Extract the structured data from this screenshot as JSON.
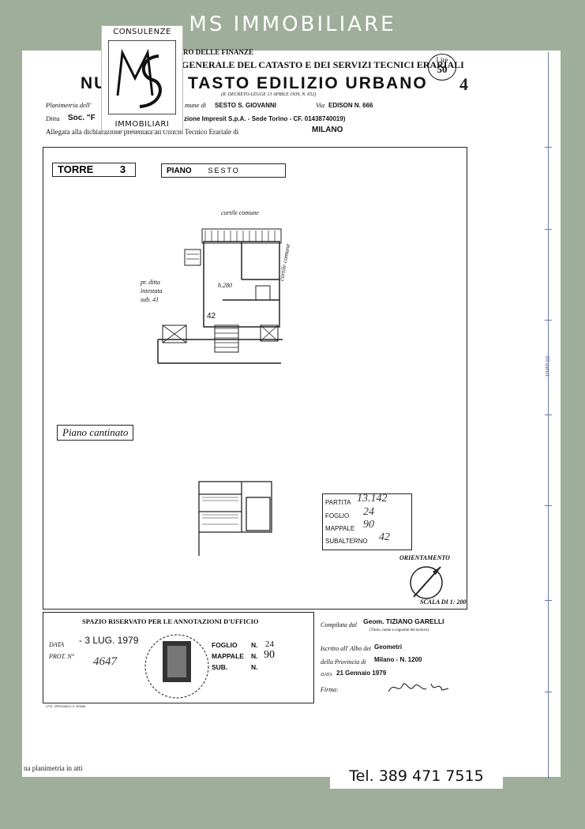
{
  "brand": {
    "title": "MS IMMOBILIARE",
    "phone": "Tel. 389 471 7515"
  },
  "logo": {
    "top": "CONSULENZE",
    "bottom": "IMMOBILIARI",
    "mark": "MS"
  },
  "doc": {
    "ministry_top": "RO DELLE FINANZE",
    "ministry": "GENERALE DEL CATASTO E DEI SERVIZI TECNICI ERARIALI",
    "title_left": "NU",
    "title_right": "TASTO EDILIZIO URBANO",
    "decree": "(R. DECRETO-LEGGE 13 APRILE 1939, N. 652)",
    "lire_label": "Lire",
    "lire_value": "50",
    "row1_label": "Planimetria dell'",
    "row1_mid": "mune di",
    "row1_city": "SESTO S. GIOVANNI",
    "row1_via_label": "Via",
    "row1_via": "EDISON N. 666",
    "row2_label": "Ditta",
    "row2_soc": "Soc. \"F",
    "row2_rest": "zione Impresit S.p.A. - Sede Torino - CF. 01438740019)",
    "row3_label": "Allegata alla dichiarazione presentata all'Ufficio Tecnico Erariale di",
    "row3_city": "MILANO",
    "torre_label": "TORRE",
    "torre_value": "3",
    "piano_label": "PIANO",
    "piano_value": "SESTO",
    "cortile": "cortile comune",
    "cortile_side": "cortile comune",
    "other_owner_1": "pr. ditta",
    "other_owner_2": "intestata",
    "other_owner_3": "sub. 41",
    "unit_num": "42",
    "height": "h.280",
    "cantinato": "Piano cantinato",
    "partita_label": "PARTITA",
    "partita_value": "13.142",
    "foglio_label": "FOGLIO",
    "foglio_value": "24",
    "mappale_label": "MAPPALE",
    "mappale_value": "90",
    "subalterno_label": "SUBALTERNO",
    "subalterno_value": "42",
    "orientamento": "ORIENTAMENTO",
    "scala": "SCALA DI 1: 200",
    "riservato": "SPAZIO RISERVATO PER LE ANNOTAZIONI D'UFFICIO",
    "data_label": "DATA",
    "data_value": "- 3 LUG. 1979",
    "prot_label": "PROT. N°",
    "prot_value": "4647",
    "foglio2_label": "FOGLIO",
    "foglio2_n": "N.",
    "foglio2_value": "24",
    "mappale2_label": "MAPPALE",
    "mappale2_n": "N.",
    "mappale2_value": "90",
    "sub2_label": "SUB.",
    "sub2_n": "N.",
    "compilata_label": "Compilata dal",
    "compilata_value": "Geom. TIZIANO GARELLI",
    "compilata_sub": "(Titolo, nome e cognome del tecnico)",
    "iscritto_label": "Iscritto all' Albo dei",
    "iscritto_value": "Geometri",
    "provincia_label": "della Provincia di",
    "provincia_value": "Milano - N. 1200",
    "data2_label": "DATA",
    "data2_value": "21 Gennaio 1979",
    "firma_label": "Firma:",
    "printer": "I.P.S. OFFICINA C.V. ROMA",
    "footer_note": "na planimetria in atti",
    "scale_text": "10 metri"
  }
}
